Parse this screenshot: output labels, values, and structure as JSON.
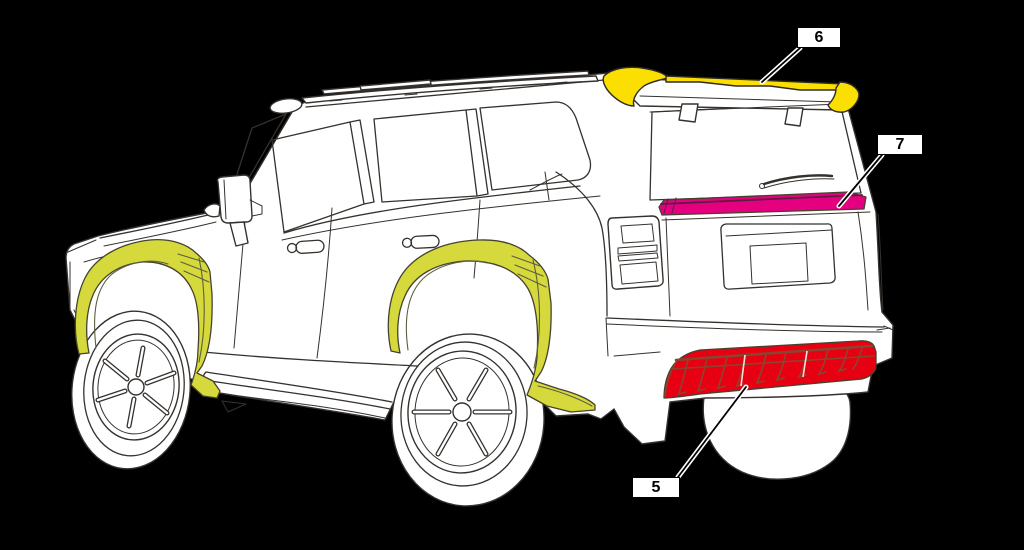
{
  "diagram": {
    "background_color": "#000000",
    "body_fill": "#ffffff",
    "line_color": "#35312e",
    "highlights": {
      "fender_flare": "#d5d93c",
      "spoiler": "#fbdf00",
      "garnish": "#e50080",
      "diffuser": "#e60012"
    },
    "callouts": [
      {
        "number": "6"
      },
      {
        "number": "7"
      },
      {
        "number": "5"
      }
    ]
  }
}
